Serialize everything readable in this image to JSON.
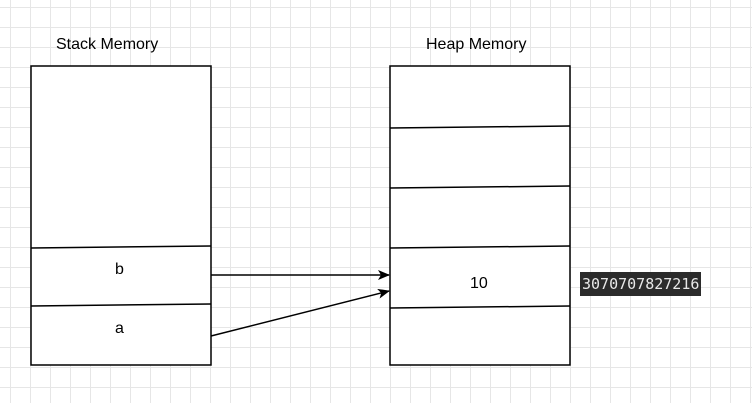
{
  "stack": {
    "title": "Stack Memory",
    "cells": [
      {
        "label": ""
      },
      {
        "label": "b"
      },
      {
        "label": "a"
      }
    ]
  },
  "heap": {
    "title": "Heap Memory",
    "cells": [
      {
        "label": ""
      },
      {
        "label": ""
      },
      {
        "label": ""
      },
      {
        "label": "10"
      },
      {
        "label": ""
      }
    ]
  },
  "address_label": "3070707827216",
  "colors": {
    "stroke": "#000000",
    "grid": "#e6e6e6",
    "address_bg": "#2b2b2b",
    "address_text": "#e8e8e8"
  }
}
